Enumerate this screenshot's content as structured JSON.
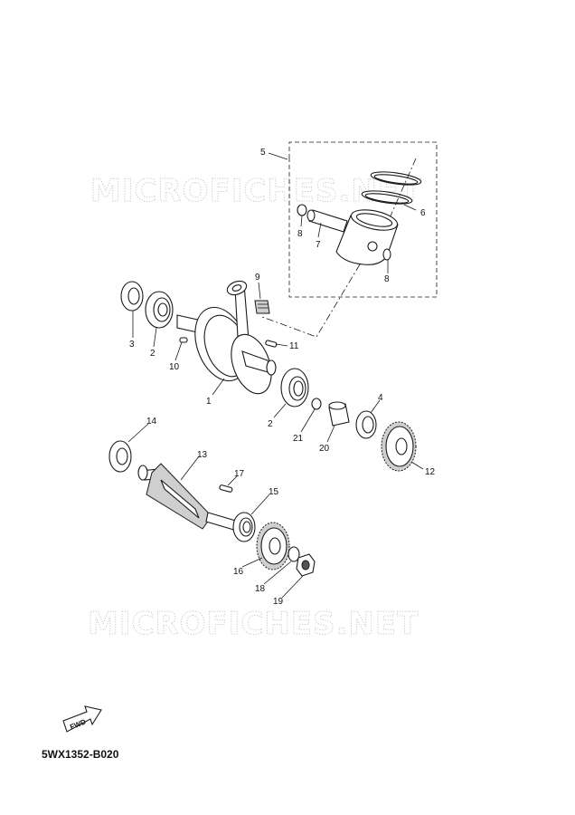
{
  "watermarks": [
    "MICROFICHES.NET",
    "MICROFICHES.NET"
  ],
  "diagram_code": "5WX1352-B020",
  "fwd_label": "FWD",
  "callouts": [
    "5",
    "6",
    "7",
    "8",
    "8",
    "9",
    "3",
    "2",
    "10",
    "11",
    "1",
    "2",
    "21",
    "20",
    "4",
    "12",
    "14",
    "13",
    "17",
    "15",
    "16",
    "18",
    "19"
  ]
}
